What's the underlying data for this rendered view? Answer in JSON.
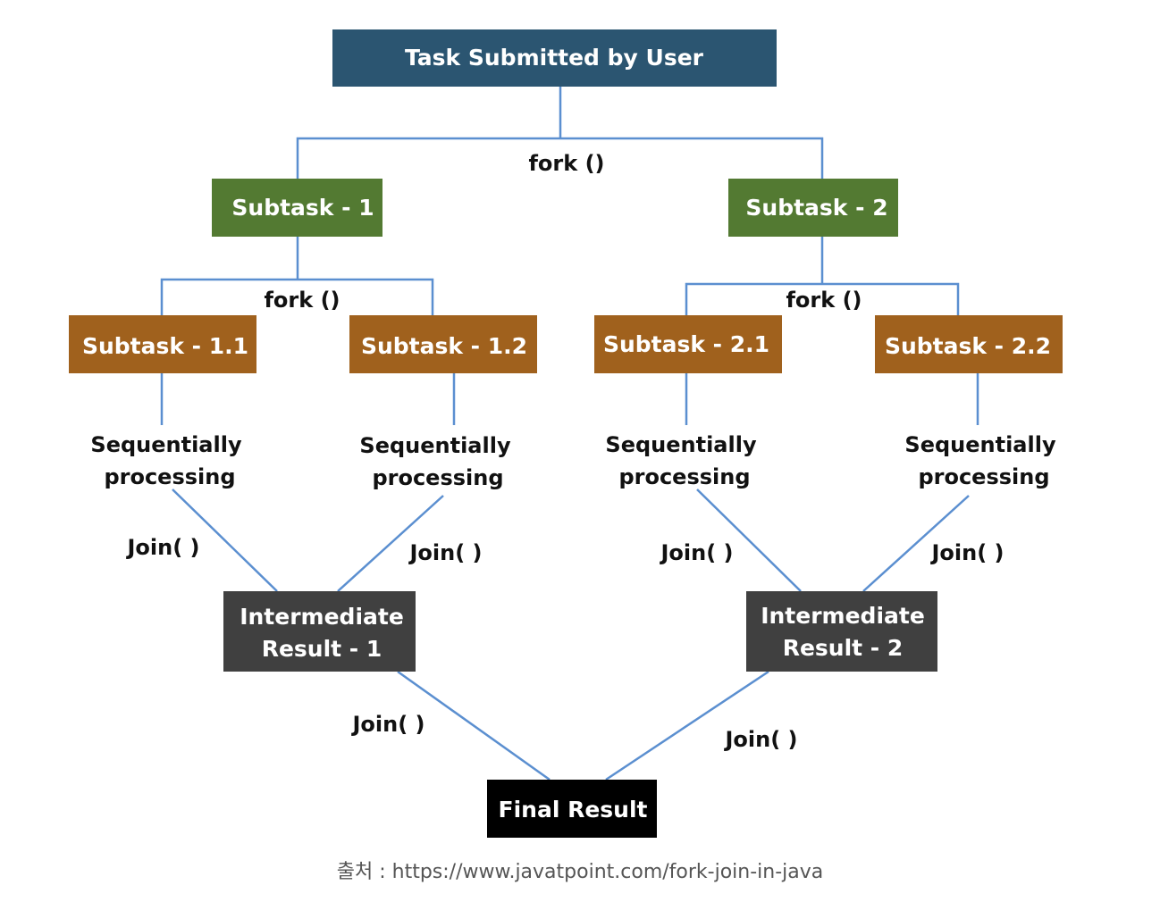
{
  "colors": {
    "root": "#2b5571",
    "level1": "#537a32",
    "level2": "#a0611d",
    "intermediate": "#404040",
    "final": "#000000",
    "connector": "#5b8fd0"
  },
  "nodes": {
    "root": "Task Submitted by User",
    "subtask_1": "Subtask - 1",
    "subtask_2": "Subtask - 2",
    "subtask_1_1": "Subtask - 1.1",
    "subtask_1_2": "Subtask - 1.2",
    "subtask_2_1": "Subtask - 2.1",
    "subtask_2_2": "Subtask - 2.2",
    "intermediate_1": [
      "Intermediate",
      "Result - 1"
    ],
    "intermediate_2": [
      "Intermediate",
      "Result - 2"
    ],
    "final": "Final Result"
  },
  "labels": {
    "fork_top": "fork ()",
    "fork_left": "fork ()",
    "fork_right": "fork ()",
    "processing": [
      "Sequentially",
      "processing"
    ],
    "join_1_1": "Join( )",
    "join_1_2": "Join( )",
    "join_2_1": "Join( )",
    "join_2_2": "Join( )",
    "join_final_left": "Join( )",
    "join_final_right": "Join( )"
  },
  "caption": "출처 : https://www.javatpoint.com/fork-join-in-java"
}
